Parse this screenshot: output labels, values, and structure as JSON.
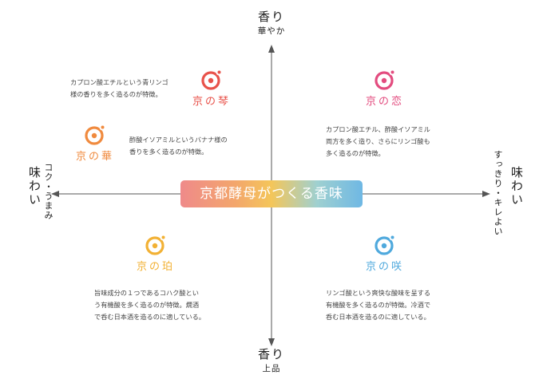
{
  "axes": {
    "top": {
      "main": "香り",
      "sub": "華やか"
    },
    "bottom": {
      "main": "香り",
      "sub": "上品"
    },
    "left": {
      "main": "味わい",
      "sub": "コク・うまみ"
    },
    "right": {
      "main": "味わい",
      "sub": "すっきり・キレよい"
    }
  },
  "center_title": "京都酵母がつくる香味",
  "yeasts": [
    {
      "key": "koto",
      "name": "京の琴",
      "color": "#e8524a",
      "description": "カプロン酸エチルという青リンゴ\n様の香りを多く造るのが特徴。"
    },
    {
      "key": "hana",
      "name": "京の華",
      "color": "#f08a3e",
      "description": "酢酸イソアミルというバナナ様の\n香りを多く造るのが特徴。"
    },
    {
      "key": "koi",
      "name": "京の恋",
      "color": "#e34c7f",
      "description": "カプロン酸エチル、酢酸イソアミル\n両方を多く造り、さらにリンゴ酸も\n多く造るのが特徴。"
    },
    {
      "key": "haku",
      "name": "京の珀",
      "color": "#f2b134",
      "description": "旨味成分の１つであるコハク酸とい\nう有機酸を多く造るのが特徴。燗酒\nで呑む日本酒を造るのに適している。"
    },
    {
      "key": "saku",
      "name": "京の咲",
      "color": "#4fa9dd",
      "description": "リンゴ酸という爽快な酸味を呈する\n有機酸を多く造るのが特徴。冷酒で\n呑む日本酒を造るのに適している。"
    }
  ]
}
